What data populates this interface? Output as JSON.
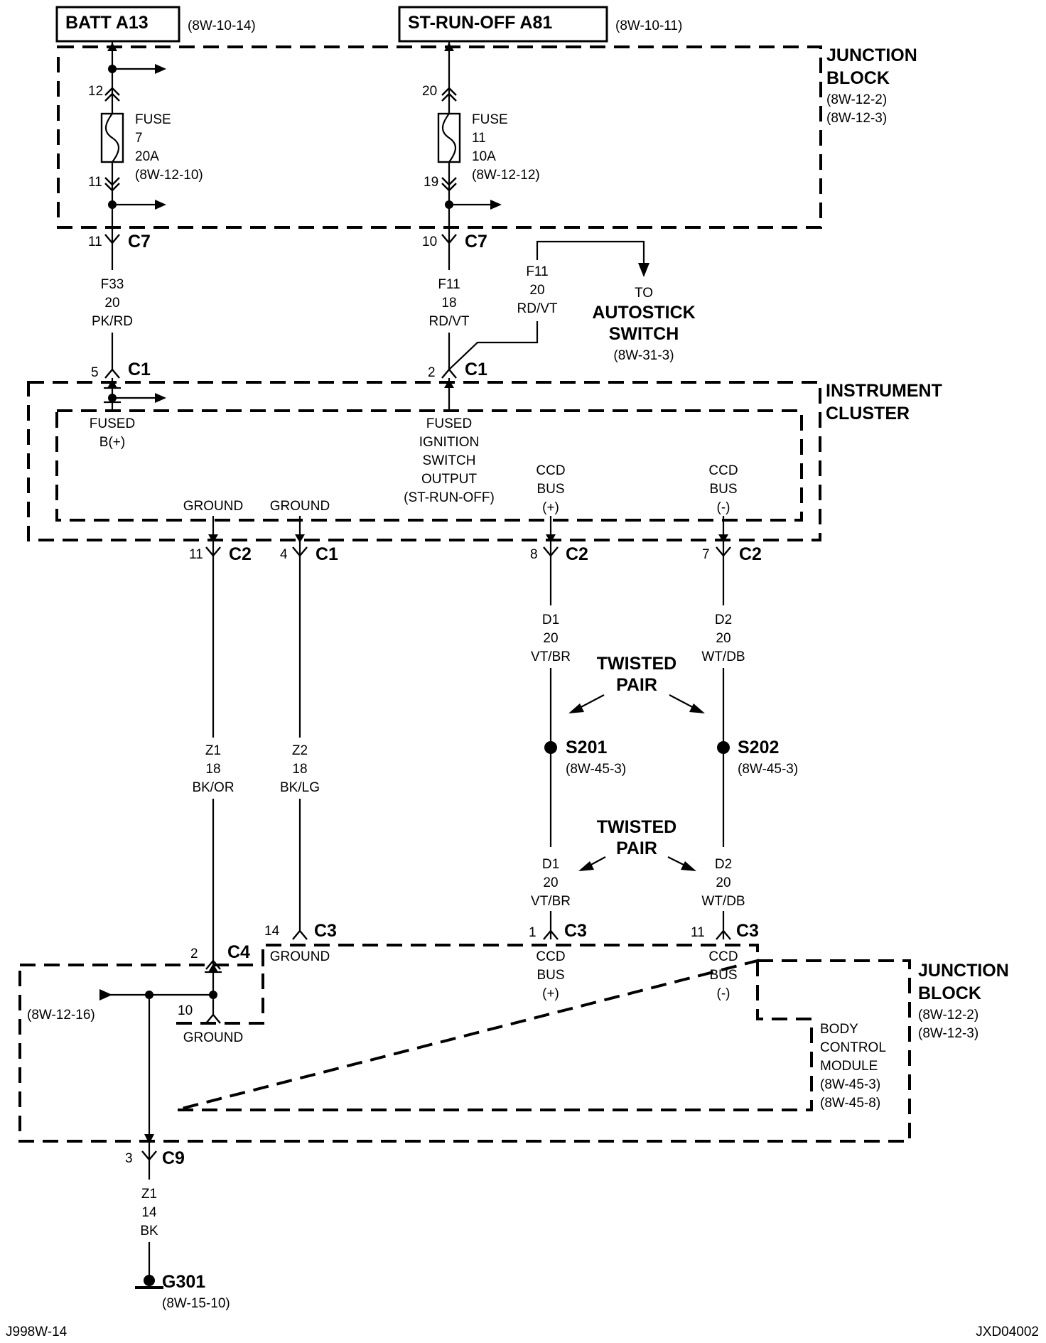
{
  "sources": {
    "batt": {
      "label": "BATT A13",
      "ref": "(8W-10-14)"
    },
    "strun": {
      "label": "ST-RUN-OFF A81",
      "ref": "(8W-10-11)"
    }
  },
  "junction_block_top": {
    "title_1": "JUNCTION",
    "title_2": "BLOCK",
    "ref_1": "(8W-12-2)",
    "ref_2": "(8W-12-3)"
  },
  "fuse7": {
    "label": "FUSE",
    "number": "7",
    "rating": "20A",
    "ref": "(8W-12-10)",
    "pin_in": "12",
    "pin_out": "11"
  },
  "fuse11": {
    "label": "FUSE",
    "number": "11",
    "rating": "10A",
    "ref": "(8W-12-12)",
    "pin_in": "20",
    "pin_out": "19"
  },
  "connectors": {
    "c7_left": {
      "pin": "11",
      "name": "C7"
    },
    "c7_right": {
      "pin": "10",
      "name": "C7"
    },
    "c1_left": {
      "pin": "5",
      "name": "C1"
    },
    "c1_right": {
      "pin": "2",
      "name": "C1"
    },
    "c2_ground": {
      "pin": "11",
      "name": "C2"
    },
    "c1_ground": {
      "pin": "4",
      "name": "C1"
    },
    "c2_ccd_pos": {
      "pin": "8",
      "name": "C2"
    },
    "c2_ccd_neg": {
      "pin": "7",
      "name": "C2"
    },
    "c3_ground": {
      "pin": "14",
      "name": "C3"
    },
    "c3_ccd_pos": {
      "pin": "1",
      "name": "C3"
    },
    "c3_ccd_neg": {
      "pin": "11",
      "name": "C3"
    },
    "c4": {
      "pin": "2",
      "name": "C4"
    },
    "c4_ground_pin": {
      "pin": "10"
    },
    "c9": {
      "pin": "3",
      "name": "C9"
    }
  },
  "wires": {
    "f33": {
      "circuit": "F33",
      "gauge": "20",
      "color": "PK/RD"
    },
    "f11_main": {
      "circuit": "F11",
      "gauge": "18",
      "color": "RD/VT"
    },
    "f11_branch": {
      "circuit": "F11",
      "gauge": "20",
      "color": "RD/VT"
    },
    "d1_upper": {
      "circuit": "D1",
      "gauge": "20",
      "color": "VT/BR"
    },
    "d2_upper": {
      "circuit": "D2",
      "gauge": "20",
      "color": "WT/DB"
    },
    "d1_lower": {
      "circuit": "D1",
      "gauge": "20",
      "color": "VT/BR"
    },
    "d2_lower": {
      "circuit": "D2",
      "gauge": "20",
      "color": "WT/DB"
    },
    "z1_upper": {
      "circuit": "Z1",
      "gauge": "18",
      "color": "BK/OR"
    },
    "z2": {
      "circuit": "Z2",
      "gauge": "18",
      "color": "BK/LG"
    },
    "z1_lower": {
      "circuit": "Z1",
      "gauge": "14",
      "color": "BK"
    }
  },
  "autostick": {
    "line_1": "TO",
    "line_2": "AUTOSTICK",
    "line_3": "SWITCH",
    "ref": "(8W-31-3)"
  },
  "instrument_cluster": {
    "title_1": "INSTRUMENT",
    "title_2": "CLUSTER",
    "fused_b_1": "FUSED",
    "fused_b_2": "B(+)",
    "ign_1": "FUSED",
    "ign_2": "IGNITION",
    "ign_3": "SWITCH",
    "ign_4": "OUTPUT",
    "ign_5": "(ST-RUN-OFF)",
    "ground_1": "GROUND",
    "ground_2": "GROUND",
    "ccd_pos_1": "CCD",
    "ccd_pos_2": "BUS",
    "ccd_pos_3": "(+)",
    "ccd_neg_1": "CCD",
    "ccd_neg_2": "BUS",
    "ccd_neg_3": "(-)"
  },
  "twisted_pair": {
    "line_1": "TWISTED",
    "line_2": "PAIR"
  },
  "splices": {
    "s201": {
      "name": "S201",
      "ref": "(8W-45-3)"
    },
    "s202": {
      "name": "S202",
      "ref": "(8W-45-3)"
    }
  },
  "junction_block_bottom": {
    "title_1": "JUNCTION",
    "title_2": "BLOCK",
    "ref_1": "(8W-12-2)",
    "ref_2": "(8W-12-3)",
    "ref_left": "(8W-12-16)",
    "ground_c3": "GROUND",
    "ground_c4": "GROUND",
    "ccd_pos_1": "CCD",
    "ccd_pos_2": "BUS",
    "ccd_pos_3": "(+)",
    "ccd_neg_1": "CCD",
    "ccd_neg_2": "BUS",
    "ccd_neg_3": "(-)"
  },
  "bcm": {
    "line_1": "BODY",
    "line_2": "CONTROL",
    "line_3": "MODULE",
    "ref_1": "(8W-45-3)",
    "ref_2": "(8W-45-8)"
  },
  "ground_g301": {
    "name": "G301",
    "ref": "(8W-15-10)"
  },
  "footer": {
    "left": "J998W-14",
    "right": "JXD04002"
  }
}
